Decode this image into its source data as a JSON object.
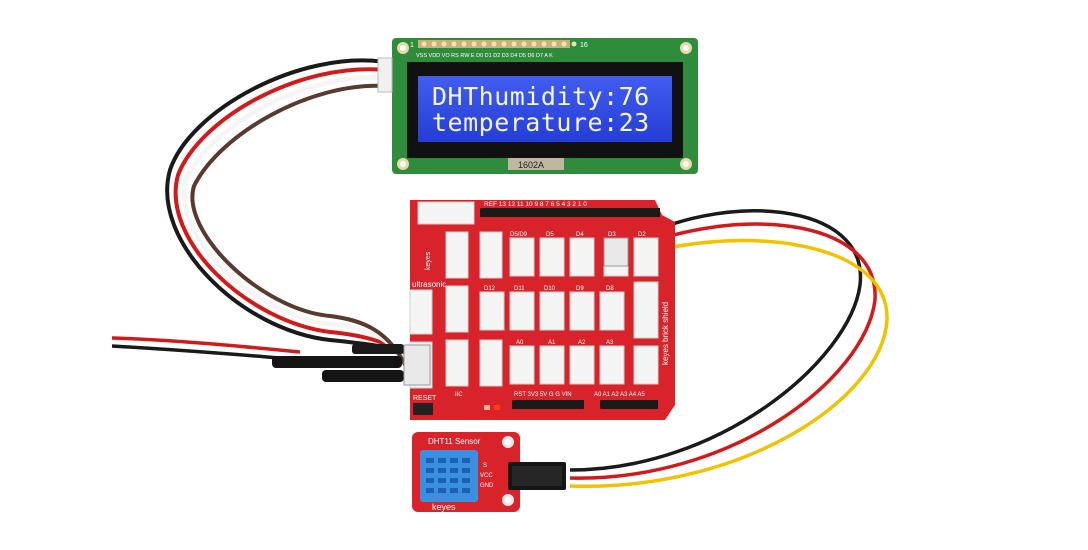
{
  "lcd": {
    "line1": "DHThumidity:76",
    "line2": "temperature:23",
    "model": "1602A",
    "pin_labels": "VSS VDD VO RS RW E D0 D1 D2 D3 D4 D5 D6 D7 A K",
    "pin_1": "1",
    "pin_16": "16"
  },
  "shield": {
    "brand": "keyes",
    "name": "keyes brick shield",
    "ultrasonic": "ultrasonic",
    "reset": "RESET",
    "header_top": "REF 13 12 11 10 9 8    7 6 5 4 3 2 1 0",
    "header_bottom_left": "RST 3V3 5V G G VIN",
    "header_bottom_right": "A0 A1 A2 A3 A4 A5",
    "row1": [
      "D5/D9",
      "D5",
      "D4",
      "D3",
      "D2"
    ],
    "row2": [
      "D12",
      "D11",
      "D10",
      "D9",
      "D8"
    ],
    "row3": [
      "A0",
      "A1",
      "A2",
      "A3"
    ],
    "iic": "IIC"
  },
  "sensor": {
    "title": "DHT11 Sensor",
    "brand": "keyes",
    "pin_s": "S",
    "pin_vcc": "VCC",
    "pin_gnd": "GND"
  },
  "colors": {
    "pcb_red": "#d8232a",
    "lcd_blue": "#2a46e6",
    "lcd_pcb": "#2f8c3d",
    "dht_blue": "#3b8fe0"
  }
}
